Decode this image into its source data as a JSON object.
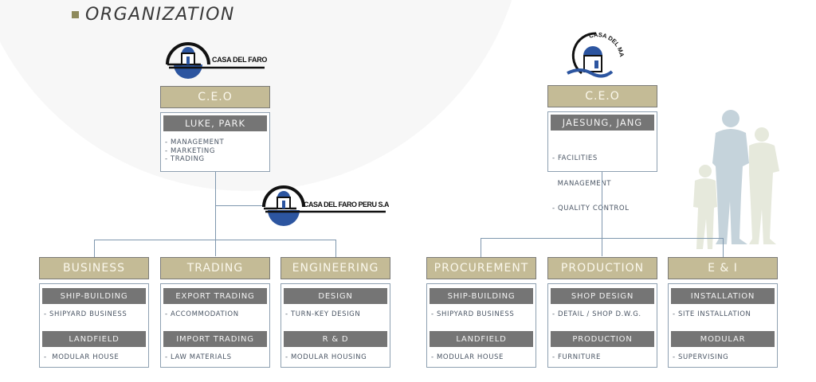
{
  "title": "ORGANIZATION",
  "colors": {
    "accent_bullet": "#8e8a5c",
    "head_box": "#c4bb96",
    "name_bar": "#757575",
    "connector": "#7f97ae",
    "logo_blue": "#2c55a0"
  },
  "left_org": {
    "logo_text": "CASA DEL FARO",
    "sub_logo_text": "CASA DEL FARO PERU S.A.C.",
    "ceo": {
      "title": "C.E.O",
      "name": "LUKE, PARK",
      "duties": [
        "- MANAGEMENT",
        "- MARKETING",
        "- TRADING"
      ]
    },
    "departments": [
      {
        "title": "BUSINESS",
        "groups": [
          {
            "label": "SHIP-BUILDING",
            "item": "- SHIPYARD BUSINESS"
          },
          {
            "label": "LANDFIELD",
            "item": "-  MODULAR HOUSE"
          }
        ]
      },
      {
        "title": "TRADING",
        "groups": [
          {
            "label": "EXPORT TRADING",
            "item": "- ACCOMMODATION"
          },
          {
            "label": "IMPORT TRADING",
            "item": "- LAW MATERIALS"
          }
        ]
      },
      {
        "title": "ENGINEERING",
        "groups": [
          {
            "label": "DESIGN",
            "item": "- TURN-KEY DESIGN"
          },
          {
            "label": "R & D",
            "item": "- MODULAR HOUSING"
          }
        ]
      }
    ]
  },
  "right_org": {
    "logo_text": "CASA DEL MAR",
    "ceo": {
      "title": "C.E.O",
      "name": "JAESUNG, JANG",
      "duties": [
        "- FACILITIES",
        "  MANAGEMENT",
        "- QUALITY CONTROL"
      ]
    },
    "departments": [
      {
        "title": "PROCUREMENT",
        "groups": [
          {
            "label": "SHIP-BUILDING",
            "item": "- SHIPYARD BUSINESS"
          },
          {
            "label": "LANDFIELD",
            "item": "- MODULAR HOUSE"
          }
        ]
      },
      {
        "title": "PRODUCTION",
        "groups": [
          {
            "label": "SHOP DESIGN",
            "item": "- DETAIL / SHOP D.W.G."
          },
          {
            "label": "PRODUCTION",
            "item": "- FURNITURE"
          }
        ]
      },
      {
        "title": "E & I",
        "groups": [
          {
            "label": "INSTALLATION",
            "item": "- SITE INSTALLATION"
          },
          {
            "label": "MODULAR",
            "item": "- SUPERVISING"
          }
        ]
      }
    ]
  }
}
